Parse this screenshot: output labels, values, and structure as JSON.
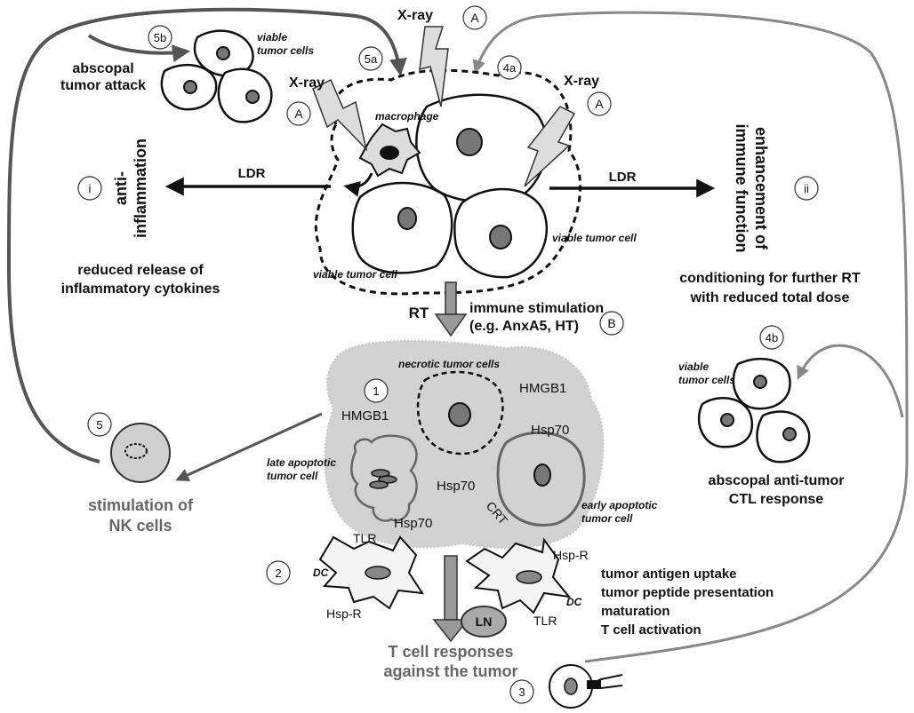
{
  "labels": {
    "xray": "X-ray",
    "A": "A",
    "B": "B",
    "n1": "1",
    "n2": "2",
    "n3": "3",
    "n4a": "4a",
    "n4b": "4b",
    "n5": "5",
    "n5a": "5a",
    "n5b": "5b",
    "ni": "i",
    "nii": "ii",
    "macrophage": "macrophage",
    "viable_tumor_cell": "viable tumor cell",
    "viable_tumor_cells_line1": "viable",
    "viable_tumor_cells_line2": "tumor cells",
    "ldr": "LDR",
    "anti_line1": "anti-",
    "anti_line2": "inflammation",
    "enh_line1": "enhancement of",
    "enh_line2": "immune function",
    "reduced_line1": "reduced release of",
    "reduced_line2": "inflammatory cytokines",
    "cond_line1": "conditioning for further RT",
    "cond_line2": "with reduced total dose",
    "rt": "RT",
    "immune_line1": "immune stimulation",
    "immune_line2": "(e.g. AnxA5, HT)",
    "abscopal_attack_line1": "abscopal",
    "abscopal_attack_line2": "tumor attack",
    "necrotic": "necrotic tumor cells",
    "hmgb1": "HMGB1",
    "hsp70": "Hsp70",
    "late_line1": "late apoptotic",
    "late_line2": "tumor cell",
    "early_line1": "early apoptotic",
    "early_line2": "tumor cell",
    "crt": "CRT",
    "nk_line1": "stimulation of",
    "nk_line2": "NK cells",
    "tlr": "TLR",
    "hspr": "Hsp-R",
    "dc": "DC",
    "ln": "LN",
    "tcell_line1": "T cell responses",
    "tcell_line2": "against the tumor",
    "dc_steps": [
      "tumor antigen uptake",
      "tumor peptide presentation",
      "maturation",
      "T cell activation"
    ],
    "ctl_line1": "abscopal anti-tumor",
    "ctl_line2": "CTL response"
  }
}
